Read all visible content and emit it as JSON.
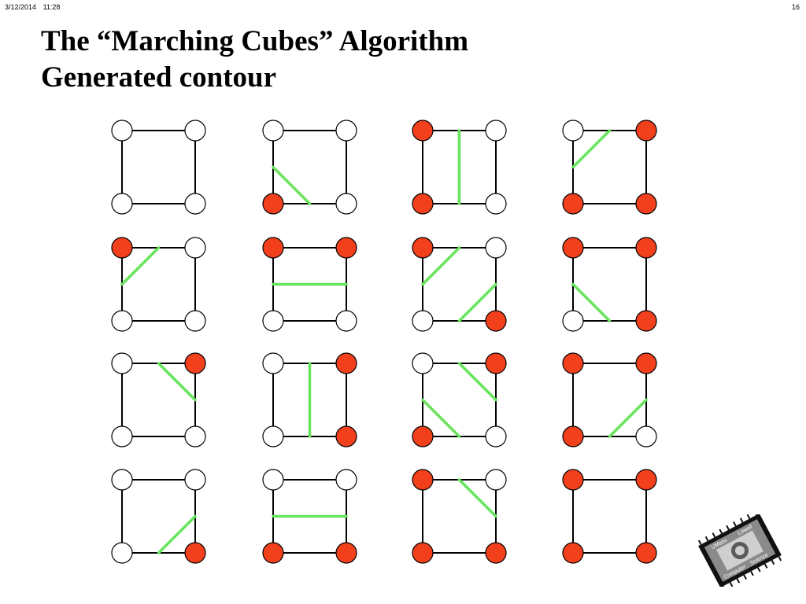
{
  "header": {
    "date": "3/12/2014",
    "time": "11:28",
    "page_number": "16"
  },
  "slide": {
    "title_line1": "The “Marching Cubes” Algorithm",
    "title_line2": "Generated contour"
  },
  "colors": {
    "inside_vertex": "#f2401d",
    "outside_vertex": "#ffffff",
    "contour": "#66e45a",
    "edge": "#000000"
  },
  "legend_note": "Corner order per case: top-left, top-right, bottom-left, bottom-right; 1 = filled (red), 0 = empty",
  "cases": [
    [
      0,
      0,
      0,
      0
    ],
    [
      0,
      0,
      1,
      0
    ],
    [
      1,
      0,
      1,
      0
    ],
    [
      0,
      1,
      1,
      1
    ],
    [
      1,
      0,
      0,
      0
    ],
    [
      1,
      1,
      0,
      0
    ],
    [
      1,
      0,
      0,
      1
    ],
    [
      1,
      1,
      0,
      1
    ],
    [
      0,
      1,
      0,
      0
    ],
    [
      0,
      1,
      0,
      1
    ],
    [
      0,
      1,
      1,
      0
    ],
    [
      1,
      1,
      1,
      0
    ],
    [
      0,
      0,
      0,
      1
    ],
    [
      0,
      0,
      1,
      1
    ],
    [
      1,
      0,
      1,
      1
    ],
    [
      1,
      1,
      1,
      1
    ]
  ],
  "logo": {
    "line1": "UMass",
    "line2": "Lowell",
    "line3": "Computer",
    "line4": "Science"
  }
}
